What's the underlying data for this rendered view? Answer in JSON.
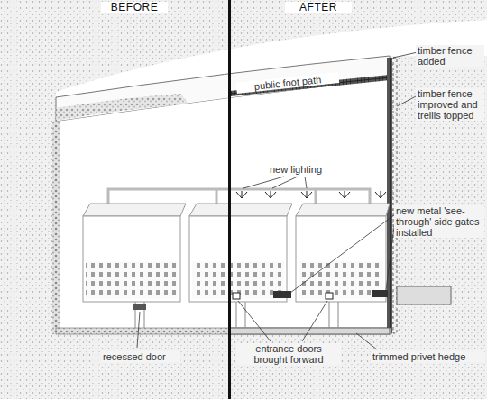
{
  "diagram": {
    "labels": [
      "BEFORE",
      "AFTER",
      "public foot path",
      "timber fence added",
      "timber fence improved and trellis topped",
      "new lighting",
      "new metal 'see-through' side gates installed",
      "recessed door",
      "entrance doors brought forward",
      "trimmed privet hedge"
    ]
  }
}
